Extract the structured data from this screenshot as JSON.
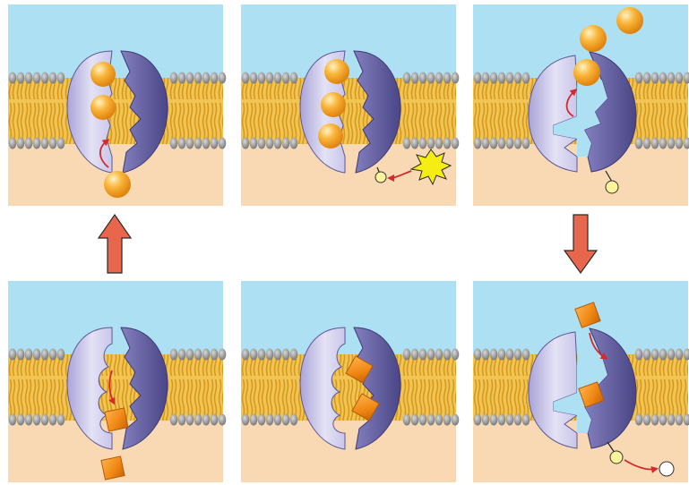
{
  "figure": {
    "caption": "",
    "colors": {
      "extracellular": "#aee0f3",
      "cytoplasm": "#f9d9b3",
      "membrane_tail": "#e8b634",
      "membrane_tail_stroke": "#c8901a",
      "lipid_head": "#9a9a9a",
      "pump_light": "#c6c3e6",
      "pump_dark": "#5d5897",
      "sodium_ion": "#f7a52a",
      "potassium_ion": "#f08a17",
      "phosphate": "#fbf49a",
      "atp_burst": "#f6ee12",
      "binding_arrow": "#d7282c",
      "step_arrow": "#e8664c"
    },
    "panels": [
      {
        "step": 1,
        "channel_open": "cytoplasm",
        "sodium_bound": 2,
        "sodium_entering": 1,
        "potassium": 0,
        "phosphate": "none"
      },
      {
        "step": 2,
        "channel_open": "cytoplasm",
        "sodium_bound": 3,
        "sodium_entering": 0,
        "potassium": 0,
        "phosphate": "from-atp"
      },
      {
        "step": 3,
        "channel_open": "extracellular",
        "sodium_bound": 1,
        "sodium_released": 2,
        "potassium": 0,
        "phosphate": "attached"
      },
      {
        "step": 4,
        "channel_open": "extracellular",
        "sodium_bound": 0,
        "potassium": 2,
        "phosphate": "released"
      },
      {
        "step": 5,
        "channel_open": "cytoplasm",
        "sodium_bound": 0,
        "potassium": 2,
        "phosphate": "none"
      },
      {
        "step": 6,
        "channel_open": "cytoplasm",
        "sodium_bound": 0,
        "potassium": 2,
        "phosphate": "none"
      }
    ]
  }
}
